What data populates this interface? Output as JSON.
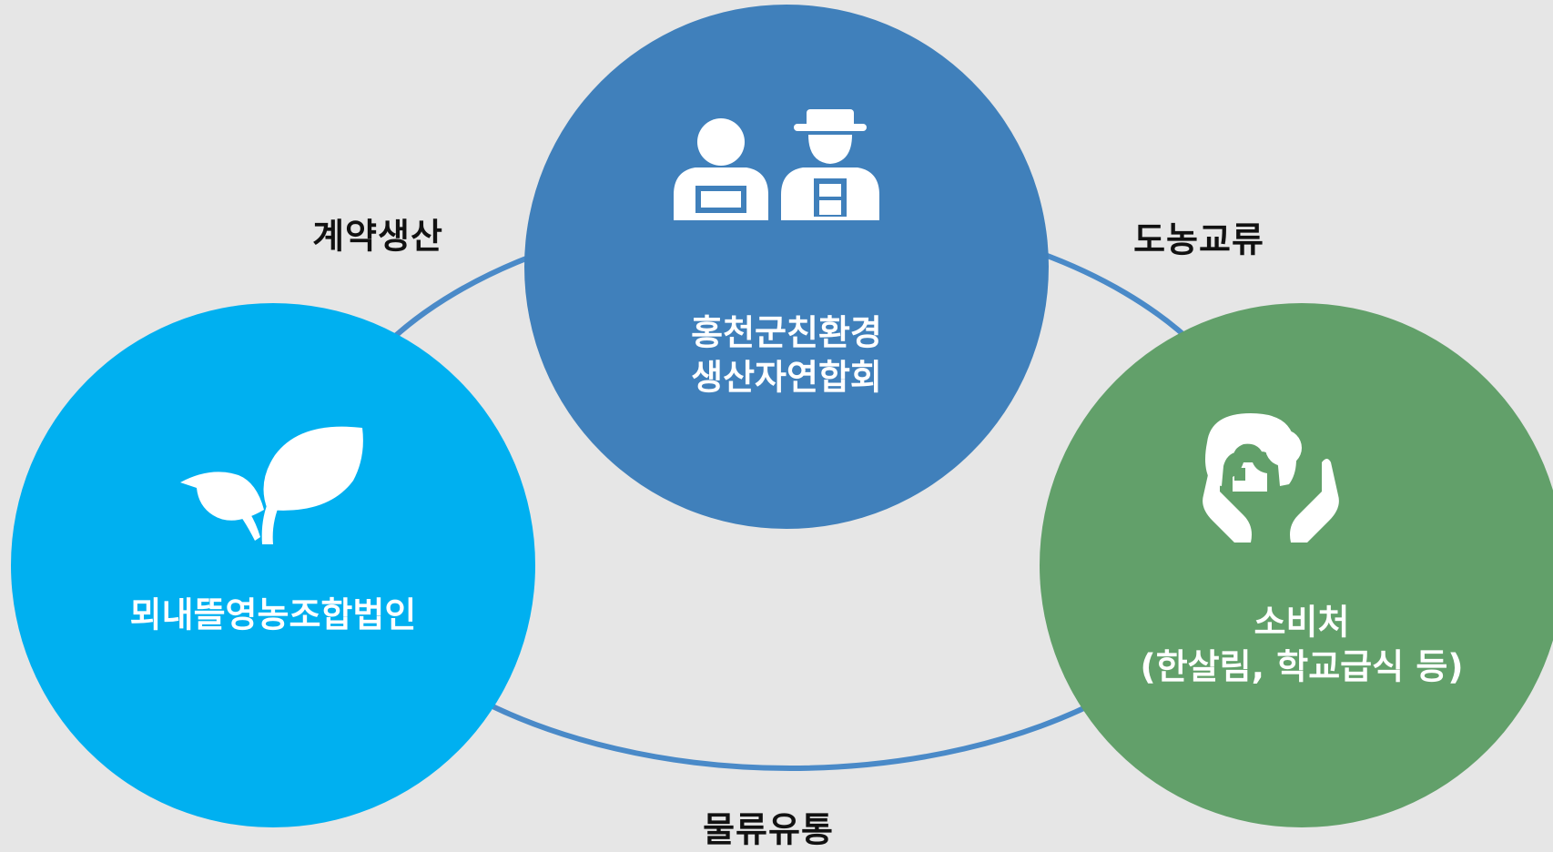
{
  "colors": {
    "background": "#e6e6e6",
    "ring": "#4a8ac8",
    "association": "#4080bb",
    "cooperative": "#00b0f0",
    "consumer": "#62a06a",
    "icon": "#ffffff",
    "edge_text": "#111111"
  },
  "nodes": {
    "association": {
      "icon": "farmers-icon",
      "lines": [
        "홍천군친환경",
        "생산자연합회"
      ]
    },
    "cooperative": {
      "icon": "sprout-icon",
      "lines": [
        "뫼내뜰영농조합법인"
      ]
    },
    "consumer": {
      "icon": "hands-holding-person-icon",
      "lines": [
        "소비처",
        "(한살림, 학교급식 등)"
      ]
    }
  },
  "edges": {
    "contract": "계약생산",
    "exchange": "도농교류",
    "logistics": "물류유통"
  }
}
